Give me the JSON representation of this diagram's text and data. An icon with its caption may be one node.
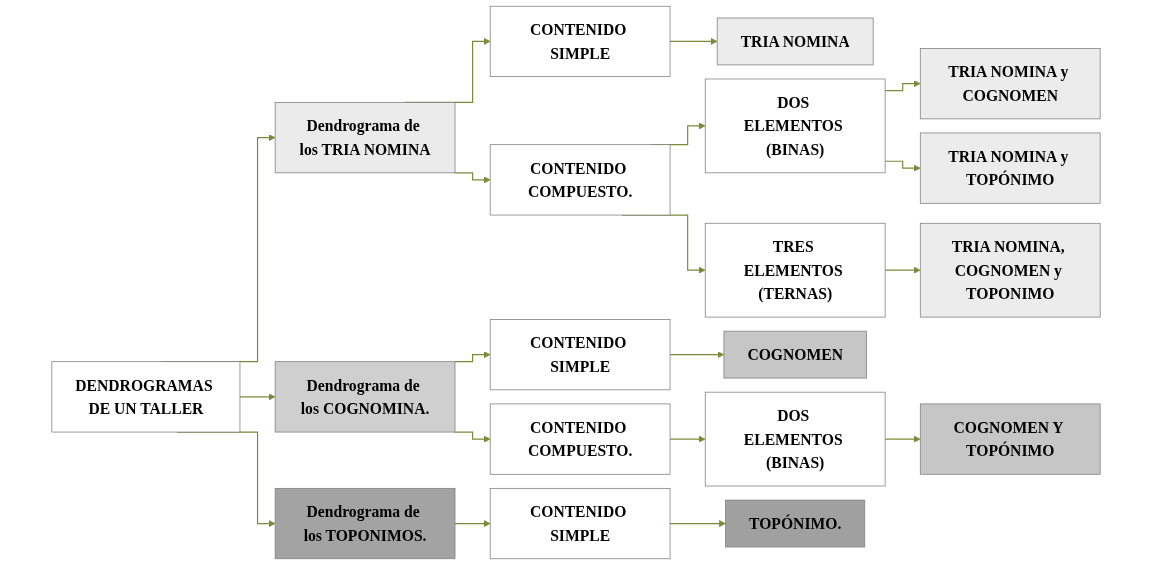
{
  "diagram": {
    "nodes": [
      {
        "text": [
          "DENDROGRAMAS DE UN TALLER"
        ]
      },
      {
        "text": [
          "Dendrograma de los TRIA NOMINA"
        ]
      },
      {
        "text": [
          "CONTENIDO SIMPLE"
        ]
      },
      {
        "text": [
          "TRIA NOMINA"
        ]
      },
      {
        "text": [
          "CONTENIDO COMPUESTO."
        ]
      },
      {
        "text": [
          "DOS ELEMENTOS (BINAS)"
        ]
      },
      {
        "text": [
          "TRIA NOMINA y COGNOMEN"
        ]
      },
      {
        "text": [
          "TRIA NOMINA y TOPÓNIMO"
        ]
      },
      {
        "text": [
          "TRES ELEMENTOS (TERNAS)"
        ]
      },
      {
        "text": [
          "TRIA NOMINA, COGNOMEN y TOPONIMO"
        ]
      },
      {
        "text": [
          "Dendrograma de los COGNOMINA."
        ]
      },
      {
        "text": [
          "CONTENIDO SIMPLE"
        ]
      },
      {
        "text": [
          "COGNOMEN"
        ]
      },
      {
        "text": [
          "CONTENIDO COMPUESTO."
        ]
      },
      {
        "text": [
          "DOS ELEMENTOS (BINAS)"
        ]
      },
      {
        "text": [
          "COGNOMEN Y TOPÓNIMO"
        ]
      },
      {
        "text": [
          "Dendrograma de los TOPONIMOS."
        ]
      },
      {
        "text": [
          "CONTENIDO SIMPLE"
        ]
      },
      {
        "text": [
          "TOPÓNIMO."
        ]
      }
    ],
    "edges": [
      {
        "from": 0,
        "to": 1,
        "arrow": "to"
      },
      {
        "from": 0,
        "to": 10,
        "arrow": "to"
      },
      {
        "from": 0,
        "to": 16,
        "arrow": "to"
      },
      {
        "from": 1,
        "to": 2,
        "arrow": "to"
      },
      {
        "from": 1,
        "to": 4,
        "arrow": "to"
      },
      {
        "from": 2,
        "to": 3,
        "arrow": "to"
      },
      {
        "from": 4,
        "to": 5,
        "arrow": "to"
      },
      {
        "from": 4,
        "to": 8,
        "arrow": "to"
      },
      {
        "from": 5,
        "to": 6,
        "arrow": "to"
      },
      {
        "from": 5,
        "to": 7,
        "arrow": "to"
      },
      {
        "from": 8,
        "to": 9,
        "arrow": "to"
      },
      {
        "from": 10,
        "to": 11,
        "arrow": "to"
      },
      {
        "from": 10,
        "to": 13,
        "arrow": "to"
      },
      {
        "from": 11,
        "to": 12,
        "arrow": "to"
      },
      {
        "from": 13,
        "to": 14,
        "arrow": "to"
      },
      {
        "from": 14,
        "to": 15,
        "arrow": "to"
      },
      {
        "from": 16,
        "to": 17,
        "arrow": "to"
      },
      {
        "from": 17,
        "to": 18,
        "arrow": "to"
      }
    ]
  }
}
